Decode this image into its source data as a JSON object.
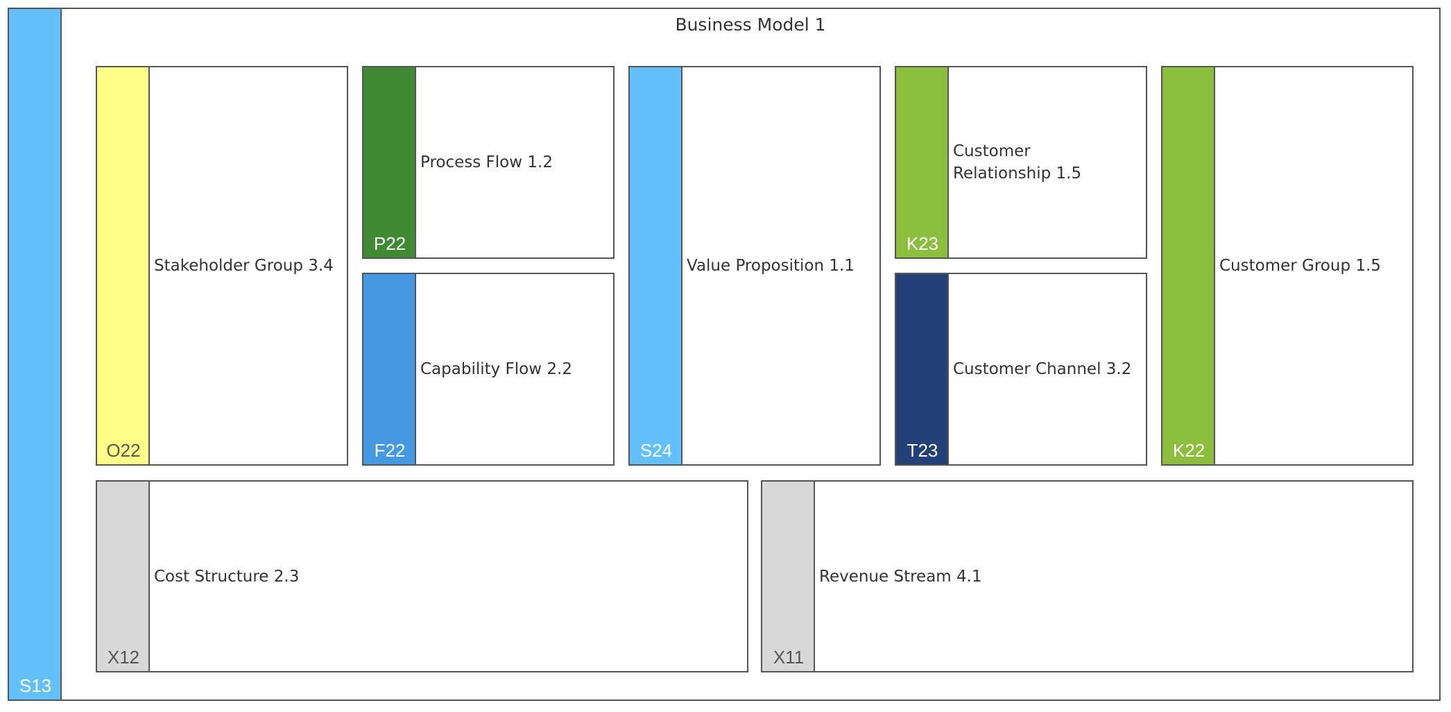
{
  "model": {
    "title": "Business Model 1",
    "code": "S13",
    "strip_color": "#63C0FA",
    "code_color": "#ffffff"
  },
  "blocks": [
    {
      "label": "Stakeholder Group 3.4",
      "code": "O22",
      "strip_color": "#FFFF88",
      "code_color": "#555555"
    },
    {
      "label": "Process Flow 1.2",
      "code": "P22",
      "strip_color": "#3F8A33",
      "code_color": "#ffffff"
    },
    {
      "label": "Capability Flow 2.2",
      "code": "F22",
      "strip_color": "#4599E2",
      "code_color": "#ffffff"
    },
    {
      "label": "Value Proposition 1.1",
      "code": "S24",
      "strip_color": "#63C0FA",
      "code_color": "#ffffff"
    },
    {
      "label": "Customer Relationship 1.5",
      "code": "K23",
      "strip_color": "#8BBE3D",
      "code_color": "#ffffff"
    },
    {
      "label": "Customer Channel 3.2",
      "code": "T23",
      "strip_color": "#234177",
      "code_color": "#ffffff"
    },
    {
      "label": "Customer Group 1.5",
      "code": "K22",
      "strip_color": "#8BBE3D",
      "code_color": "#ffffff"
    },
    {
      "label": "Cost Structure 2.3",
      "code": "X12",
      "strip_color": "#D8D8D8",
      "code_color": "#555555"
    },
    {
      "label": "Revenue Stream 4.1",
      "code": "X11",
      "strip_color": "#D8D8D8",
      "code_color": "#555555"
    }
  ]
}
